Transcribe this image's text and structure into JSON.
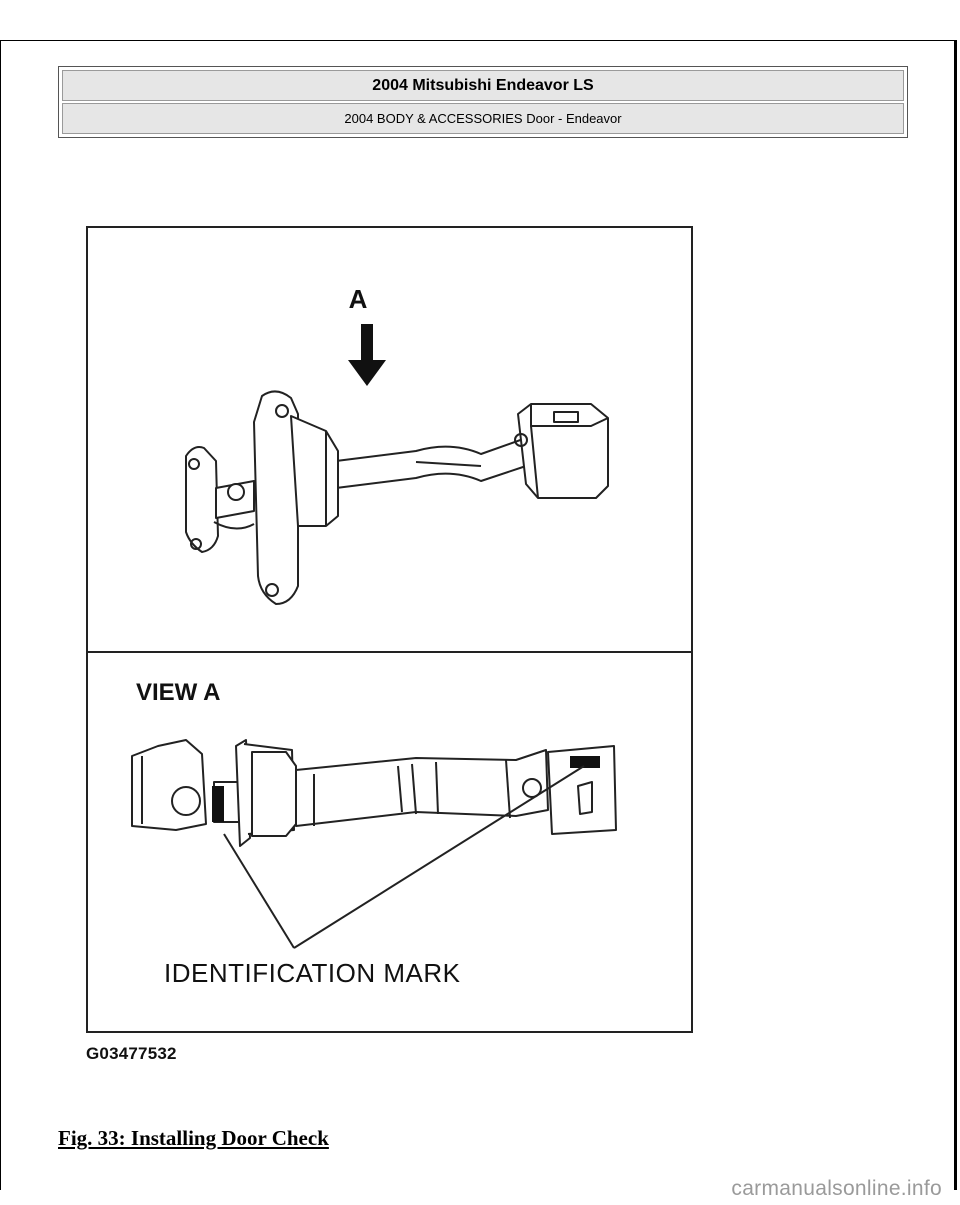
{
  "header": {
    "title": "2004 Mitsubishi Endeavor LS",
    "subtitle": "2004 BODY & ACCESSORIES Door - Endeavor"
  },
  "figure": {
    "arrow_label": "A",
    "view_label": "VIEW A",
    "callout_label": "IDENTIFICATION MARK",
    "figure_code": "G03477532"
  },
  "caption": "Fig. 33: Installing Door Check",
  "watermark": "carmanualsonline.info"
}
